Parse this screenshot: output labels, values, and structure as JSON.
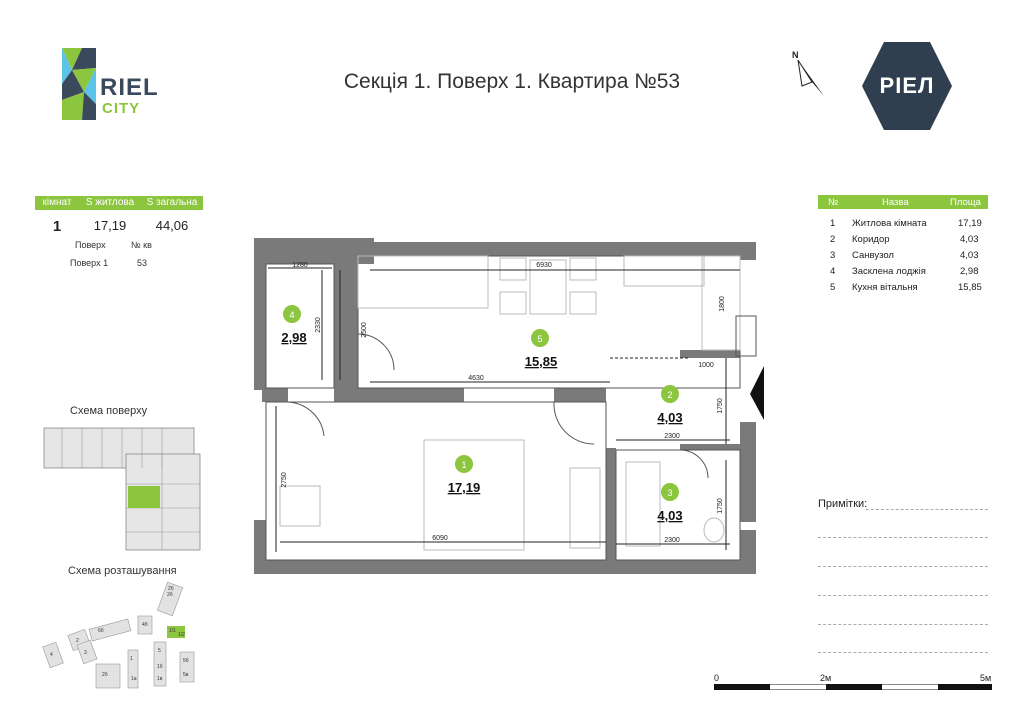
{
  "header": {
    "title": "Секція 1. Поверх 1. Квартира №53",
    "brand_left": {
      "word1": "RIEL",
      "word2": "CITY"
    },
    "brand_right": "РІЕЛ",
    "north_label": "N"
  },
  "summary": {
    "headers": [
      "кімнат",
      "S житлова",
      "S загальна"
    ],
    "values": [
      "1",
      "17,19",
      "44,06"
    ],
    "sub_headers": [
      "Поверх",
      "№ кв"
    ],
    "sub_values": [
      "Поверх 1",
      "53"
    ]
  },
  "rooms_table": {
    "headers": [
      "№",
      "Назва",
      "Площа"
    ],
    "rows": [
      {
        "num": "1",
        "name": "Житлова кімната",
        "area": "17,19"
      },
      {
        "num": "2",
        "name": "Коридор",
        "area": "4,03"
      },
      {
        "num": "3",
        "name": "Санвузол",
        "area": "4,03"
      },
      {
        "num": "4",
        "name": "Засклена лоджія",
        "area": "2,98"
      },
      {
        "num": "5",
        "name": "Кухня вітальня",
        "area": "15,85"
      }
    ]
  },
  "plan": {
    "rooms": [
      {
        "num": "4",
        "area": "2,98"
      },
      {
        "num": "5",
        "area": "15,85"
      },
      {
        "num": "2",
        "area": "4,03"
      },
      {
        "num": "1",
        "area": "17,19"
      },
      {
        "num": "3",
        "area": "4,03"
      }
    ],
    "dimensions": [
      "1280",
      "2330",
      "2500",
      "6930",
      "1800",
      "1000",
      "4630",
      "1750",
      "2300",
      "2750",
      "1750",
      "6090",
      "2300"
    ]
  },
  "schemes": {
    "floor_caption": "Схема поверху",
    "location_caption": "Схема розташування",
    "location_labels": [
      "4",
      "2",
      "3",
      "6б",
      "4б",
      "1/1",
      "1/2",
      "2б",
      "5б",
      "5",
      "1б",
      "1",
      "1а",
      "1в",
      "5в",
      "2б",
      "2б"
    ]
  },
  "notes": {
    "label": "Примітки:"
  },
  "scale": {
    "labels": [
      "0",
      "2м",
      "5м"
    ]
  },
  "colors": {
    "accent": "#8cc63f",
    "wall": "#7a7a7a",
    "brand_dark": "#2f3f4f"
  }
}
